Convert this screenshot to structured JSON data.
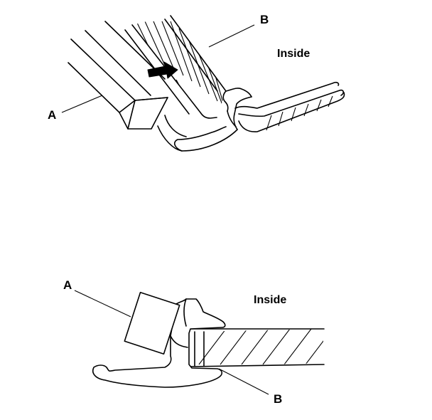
{
  "top_view": {
    "label_a": "A",
    "label_b": "B",
    "label_inside": "Inside"
  },
  "section_view": {
    "label_a": "A",
    "label_b": "B",
    "label_inside": "Inside"
  }
}
